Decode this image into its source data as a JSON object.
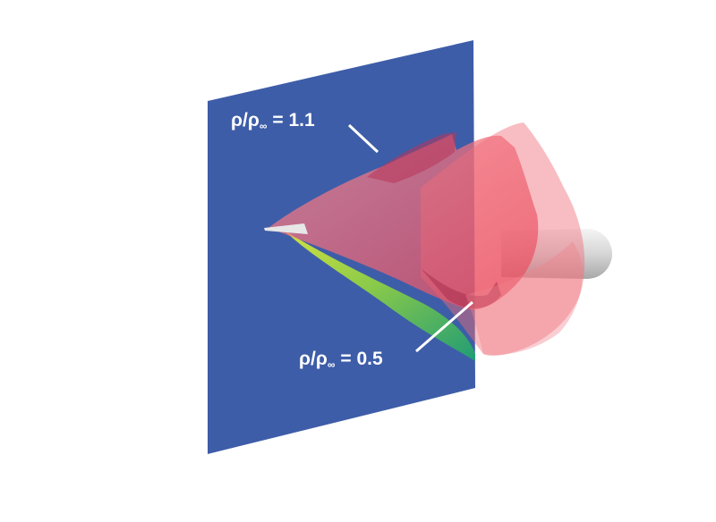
{
  "labels": {
    "upper": {
      "symbol": "ρ/ρ",
      "subscript": "∞",
      "value": "= 1.1"
    },
    "lower": {
      "symbol": "ρ/ρ",
      "subscript": "∞",
      "value": "= 0.5"
    }
  },
  "colors": {
    "plane": "#3e5da8",
    "shock_surface": "#f0606e",
    "expansion_low": "#37b96a",
    "expansion_high": "#d8e83a",
    "body": "#d8d8d8"
  }
}
